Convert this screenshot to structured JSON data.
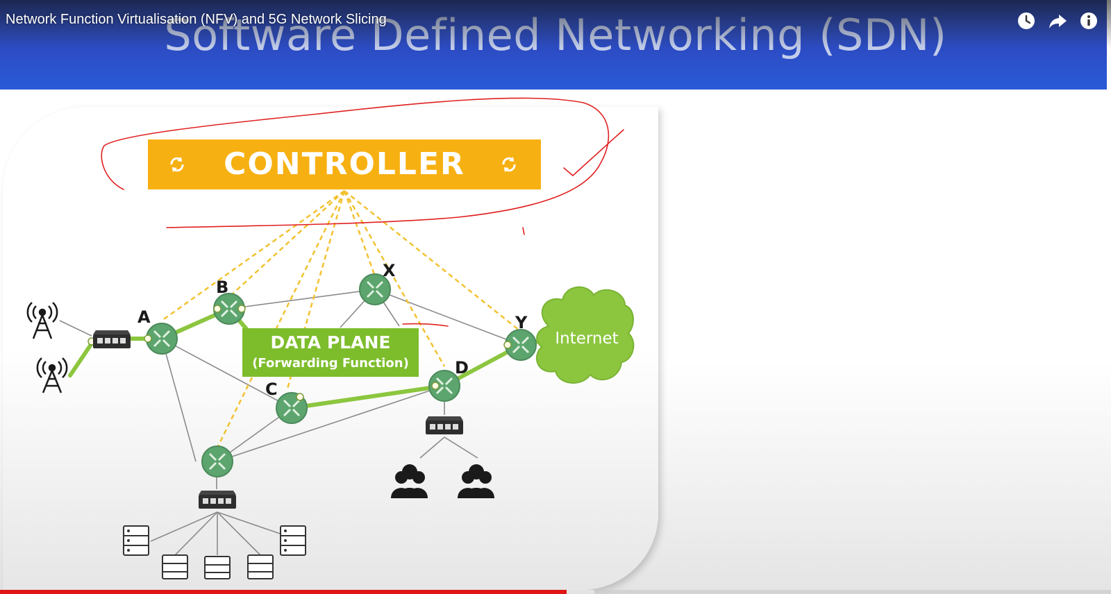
{
  "player": {
    "video_title": "Network Function Virtualisation (NFV) and 5G Network Slicing",
    "icons": [
      "watch-later-icon",
      "share-icon",
      "info-icon"
    ],
    "progress_fraction": 0.51,
    "buffered_fraction": 0.535
  },
  "slide": {
    "title": "Software Defined Networking (SDN)",
    "controller_label": "CONTROLLER",
    "data_plane_title": "DATA PLANE",
    "data_plane_subtitle": "(Forwarding Function)",
    "node_labels": {
      "a": "A",
      "b": "B",
      "c": "C",
      "d": "D",
      "x": "X",
      "y": "Y"
    },
    "internet_label": "Internet"
  },
  "colors": {
    "header_blue": "#2c4cc4",
    "controller_orange": "#f7b012",
    "data_plane_green": "#7dbd2c",
    "router_green": "#5da56e",
    "annotation_red": "#e02020",
    "progress_red": "#e01515"
  }
}
